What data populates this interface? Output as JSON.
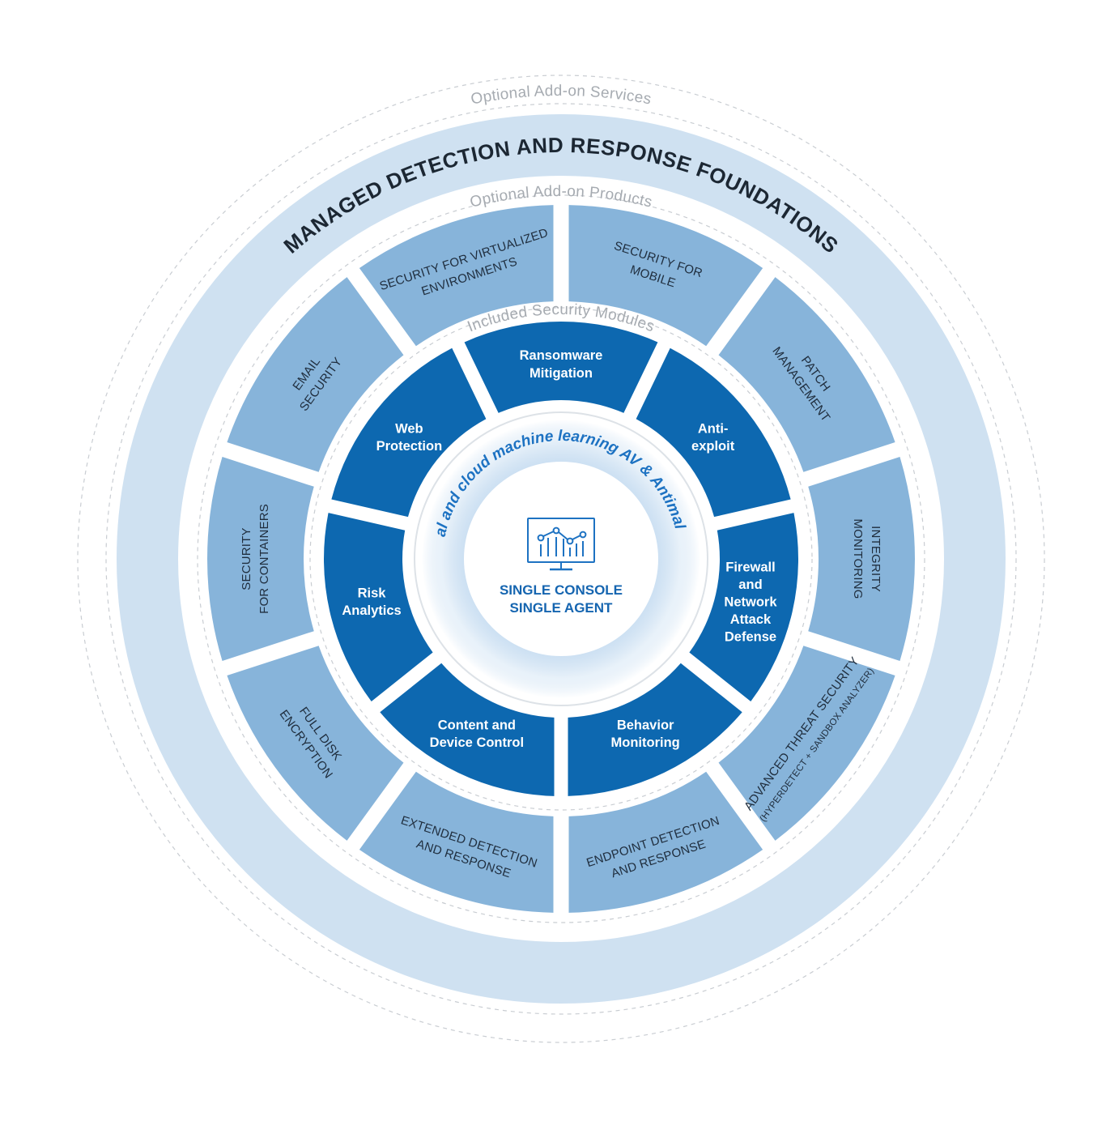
{
  "labels": {
    "optional_services": "Optional Add-on Services",
    "mdr_foundations": "MANAGED DETECTION AND RESPONSE FOUNDATIONS",
    "optional_products": "Optional Add-on Products",
    "included_modules": "Included Security Modules",
    "ml_ring": "Local and cloud machine learning AV & Antimalware",
    "core_line1": "SINGLE CONSOLE",
    "core_line2": "SINGLE AGENT"
  },
  "core_icon": "monitor-analytics-icon",
  "colors": {
    "mdr_ring": "#cfe1f1",
    "outer_segment": "#87b4da",
    "inner_segment": "#0d68b0",
    "ml_accent": "#1d72c2",
    "ring_label": "#a6abb1"
  },
  "outer_segments": [
    {
      "id": "security-for-mobile",
      "lines": [
        "SECURITY FOR",
        "MOBILE"
      ]
    },
    {
      "id": "patch-management",
      "lines": [
        "PATCH",
        "MANAGEMENT"
      ]
    },
    {
      "id": "integrity-monitoring",
      "lines": [
        "INTEGRITY",
        "MONITORING"
      ]
    },
    {
      "id": "advanced-threat-security",
      "lines": [
        "ADVANCED THREAT SECURITY",
        "(HYPERDETECT + SANDBOX ANALYZER)"
      ]
    },
    {
      "id": "endpoint-detection-and-response",
      "lines": [
        "ENDPOINT DETECTION",
        "AND RESPONSE"
      ]
    },
    {
      "id": "extended-detection-and-response",
      "lines": [
        "EXTENDED DETECTION",
        "AND RESPONSE"
      ]
    },
    {
      "id": "full-disk-encryption",
      "lines": [
        "FULL DISK",
        "ENCRYPTION"
      ]
    },
    {
      "id": "security-for-containers",
      "lines": [
        "SECURITY",
        "FOR CONTAINERS"
      ]
    },
    {
      "id": "email-security",
      "lines": [
        "EMAIL",
        "SECURITY"
      ]
    },
    {
      "id": "security-for-virtualized-environments",
      "lines": [
        "SECURITY FOR VIRTUALIZED",
        "ENVIRONMENTS"
      ]
    }
  ],
  "inner_segments": [
    {
      "id": "ransomware-mitigation",
      "lines": [
        "Ransomware",
        "Mitigation"
      ]
    },
    {
      "id": "anti-exploit",
      "lines": [
        "Anti-",
        "exploit"
      ]
    },
    {
      "id": "firewall-network-attack-defense",
      "lines": [
        "Firewall",
        "and",
        "Network",
        "Attack",
        "Defense"
      ]
    },
    {
      "id": "behavior-monitoring",
      "lines": [
        "Behavior",
        "Monitoring"
      ]
    },
    {
      "id": "content-and-device-control",
      "lines": [
        "Content and",
        "Device Control"
      ]
    },
    {
      "id": "risk-analytics",
      "lines": [
        "Risk",
        "Analytics"
      ]
    },
    {
      "id": "web-protection",
      "lines": [
        "Web",
        "Protection"
      ]
    }
  ]
}
